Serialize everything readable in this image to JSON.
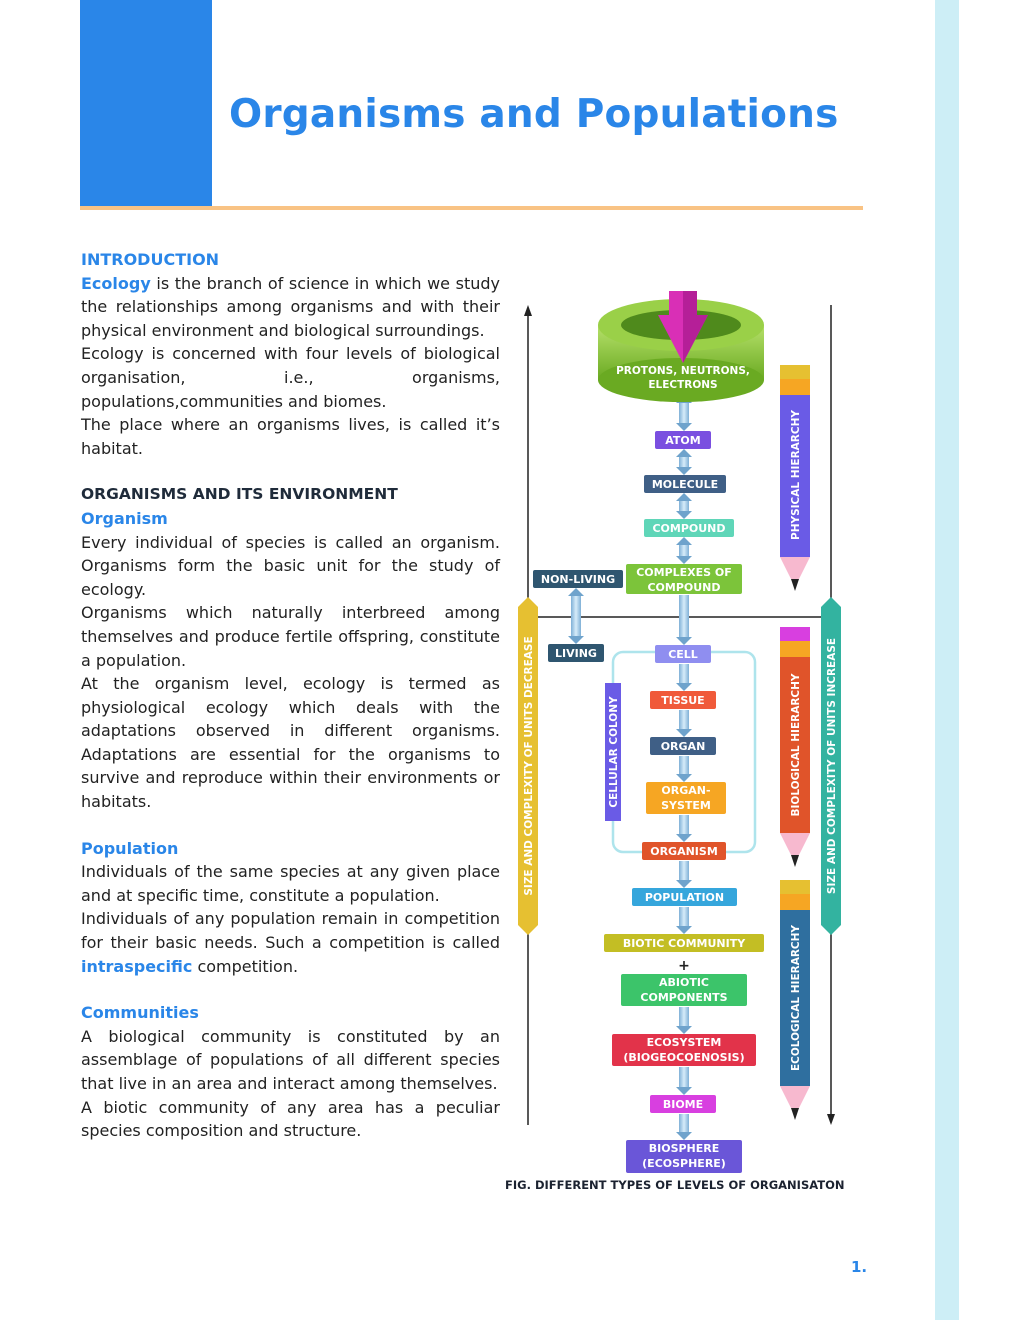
{
  "header": {
    "title": "Organisms and Populations"
  },
  "sections": {
    "intro": {
      "heading": "INTRODUCTION",
      "p1_kw": "Ecology",
      "p1_rest": " is the branch of science in which we study the relationships among organisms and with their physical environment and biological surroundings.",
      "p2": "Ecology is concerned with four levels of biological organisation, i.e., organisms, populations,communities and biomes.",
      "p3": "The place where an organisms lives, is called it’s habitat."
    },
    "env": {
      "heading": "ORGANISMS AND ITS ENVIRONMENT",
      "subheading": "Organism",
      "p1": "Every individual of species is called an organism. Organisms form the basic unit for the study of ecology.",
      "p2": "Organisms which naturally interbreed among themselves and produce fertile offspring, constitute a population.",
      "p3": "At the organism level, ecology is termed as physiological ecology which deals with the adaptations observed in different organisms. Adaptations are essential for the organisms to survive and reproduce within their environments or habitats."
    },
    "population": {
      "heading": "Population",
      "p1": "Individuals of the same species at any given place and at specific time, constitute a population.",
      "p2_start": "Individuals of any population remain in competition for their basic needs. Such a competition is called ",
      "p2_kw": "intraspecific",
      "p2_end": " competition."
    },
    "communities": {
      "heading": "Communities",
      "p1": "A biological community is constituted by an assemblage of populations of all different species that live in an area and interact among themselves.",
      "p2": "A biotic community of any area has a peculiar species composition and structure."
    }
  },
  "diagram": {
    "ring_label_line1": "PROTONS, NEUTRONS,",
    "ring_label_line2": "ELECTRONS",
    "levels": {
      "atom": "ATOM",
      "molecule": "MOLECULE",
      "compound": "COMPOUND",
      "complexes_1": "COMPLEXES OF",
      "complexes_2": "COMPOUND",
      "non_living": "NON-LIVING",
      "living": "LIVING",
      "cell": "CELL",
      "tissue": "TISSUE",
      "organ": "ORGAN",
      "organ_system_1": "ORGAN-",
      "organ_system_2": "SYSTEM",
      "organism": "ORGANISM",
      "population": "POPULATION",
      "biotic_community": "BIOTIC COMMUNITY",
      "plus": "+",
      "abiotic_1": "ABIOTIC",
      "abiotic_2": "COMPONENTS",
      "ecosystem_1": "ECOSYSTEM",
      "ecosystem_2": "(BIOGEOCOENOSIS)",
      "biome": "BIOME",
      "biosphere_1": "BIOSPHERE",
      "biosphere_2": "(ECOSPHERE)"
    },
    "cellular_colony": "CELLULAR COLONY",
    "left_bar": "SIZE AND COMPLEXITY OF UNITS DECREASE",
    "right_bar": "SIZE AND COMPLEXITY OF UNITS INCREASE",
    "pencils": {
      "physical": "PHYSICAL HIERARCHY",
      "biological": "BIOLOGICAL HIERARCHY",
      "ecological": "ECOLOGICAL HIERARCHY"
    },
    "caption": "FIG. DIFFERENT TYPES OF LEVELS OF ORGANISATON",
    "colors": {
      "atom": "#7a4fe0",
      "molecule": "#3f5f86",
      "compound": "#5fd6b8",
      "complexes": "#7cc43a",
      "non_living": "#2f5670",
      "living": "#2f5670",
      "cell": "#8f8ef0",
      "tissue": "#f05a3a",
      "organ": "#3f5f86",
      "organ_system": "#f6a623",
      "organism": "#e0542a",
      "population": "#35a6dc",
      "biotic_community": "#c3be24",
      "abiotic": "#3cc46a",
      "ecosystem": "#e2334a",
      "biome": "#d83fe0",
      "biosphere": "#6a56d8",
      "ring": "#8ec63f",
      "left_bar": "#e6c031",
      "right_bar": "#33b3a0"
    }
  },
  "page_number": "1."
}
